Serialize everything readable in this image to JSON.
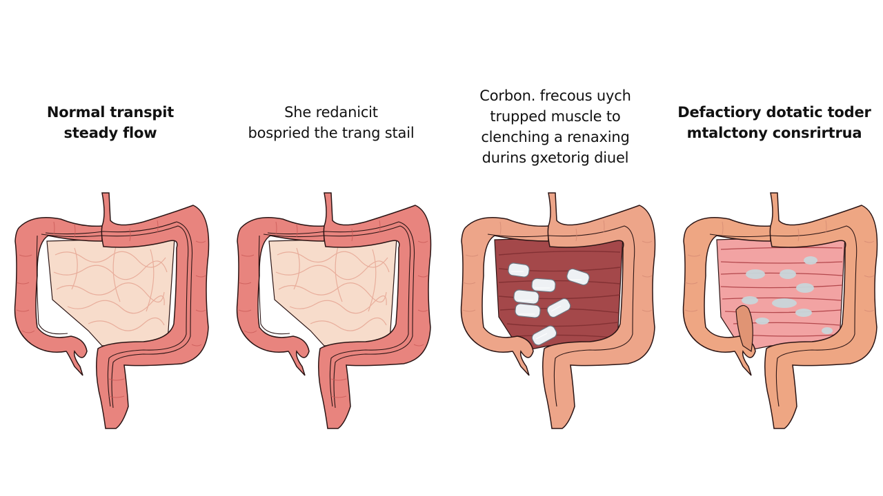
{
  "figure": {
    "type": "four-panel anatomical comparison of the colon",
    "background": "#ffffff"
  },
  "panels": [
    {
      "id": "normal",
      "caption_lines": [
        "Normal transpit",
        "steady flow"
      ],
      "caption_weight": "bold",
      "colon_color": "#e8847e",
      "colon_stroke": "#2a1414",
      "inner_color": "#f7dccb",
      "inner_texture": "small-intestine-loops",
      "inner_texture_color": "#e7a896",
      "contents": "none"
    },
    {
      "id": "slow",
      "caption_lines": [
        "She redanicit",
        "bospried the trang stail"
      ],
      "caption_weight": "normal",
      "colon_color": "#e8847e",
      "colon_stroke": "#2a1414",
      "inner_color": "#f7dccb",
      "inner_texture": "small-intestine-loops",
      "inner_texture_color": "#e7a896",
      "contents": "none"
    },
    {
      "id": "trapped-muscle",
      "caption_lines": [
        "Corbon. frecous uych",
        "trupped muscle to",
        "clenching a renaxing",
        "durins gxetorig diuel"
      ],
      "caption_weight": "normal",
      "colon_color": "#eda589",
      "colon_stroke": "#2a1414",
      "inner_color": "#a4484a",
      "inner_texture": "horizontal-muscle-folds",
      "inner_texture_color": "#7d2d30",
      "contents": "hard-stool-pellets",
      "pellet_color": "#eef1f4",
      "pellet_count": 7
    },
    {
      "id": "constriction",
      "caption_lines": [
        "Defactiory dotatic toder",
        "mtalctony consrirtrua"
      ],
      "caption_weight": "bold",
      "colon_color": "#eea683",
      "colon_stroke": "#2a1414",
      "inner_color": "#f2a3a3",
      "inner_texture": "horizontal-bands",
      "inner_texture_color": "#b3474c",
      "contents": "pale-stool-blobs",
      "blob_color": "#c9d6da",
      "blob_count": 9
    }
  ]
}
